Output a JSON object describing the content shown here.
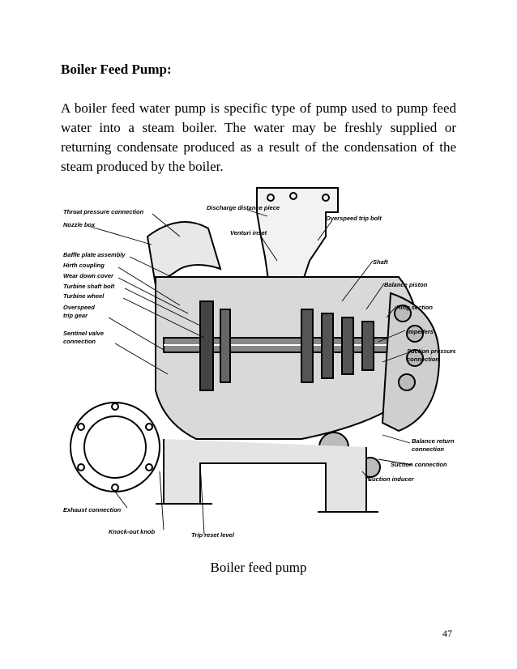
{
  "heading": "Boiler Feed Pump:",
  "paragraph": "A boiler feed water pump is specific type of pump used to pump feed water into a steam boiler. The water may be freshly supplied or returning condensate produced as a result of the condensation of the steam produced by the boiler.",
  "figure": {
    "labels": {
      "throat_pressure_connection": "Throat pressure connection",
      "nozzle_box": "Nozzle box",
      "baffle_plate_assembly": "Baffle plate assembly",
      "hirth_coupling": "Hirth coupling",
      "wear_down_cover": "Wear down cover",
      "turbine_shaft_bolt": "Turbine shaft bolt",
      "turbine_wheel": "Turbine wheel",
      "overspeed_trip_gear_1": "Overspeed",
      "overspeed_trip_gear_2": "trip gear",
      "sentinel_valve_1": "Sentinel valve",
      "sentinel_valve_2": "connection",
      "exhaust_connection": "Exhaust connection",
      "knock_out_knob": "Knock-out knob",
      "trip_reset_level": "Trip reset level",
      "discharge_distance_piece": "Discharge distance piece",
      "venturi_inset": "Venturi inset",
      "overspeed_trip_bolt": "Overspeed trip bolt",
      "shaft": "Shaft",
      "balance_piston": "Balance piston",
      "ring_section": "Ring section",
      "impellers": "Impellers",
      "suction_pressure_1": "Suction pressure",
      "suction_pressure_2": "connection",
      "balance_return_1": "Balance return",
      "balance_return_2": "connection",
      "suction_connection": "Suction connection",
      "suction_inducer": "Suction inducer"
    }
  },
  "caption": "Boiler feed pump",
  "page_number": "47"
}
